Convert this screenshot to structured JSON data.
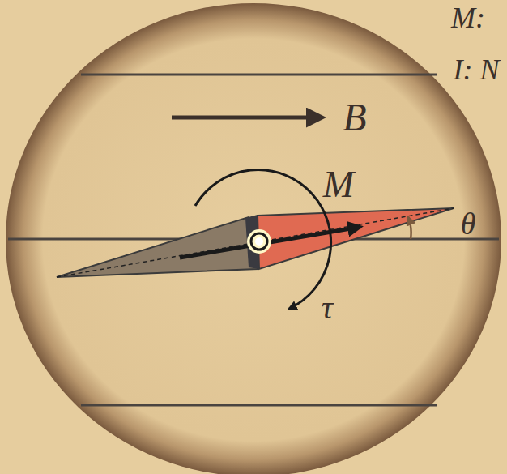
{
  "diagram": {
    "labels": [
      "M:",
      "I: N",
      "B",
      "M",
      "θ",
      "τ"
    ]
  }
}
